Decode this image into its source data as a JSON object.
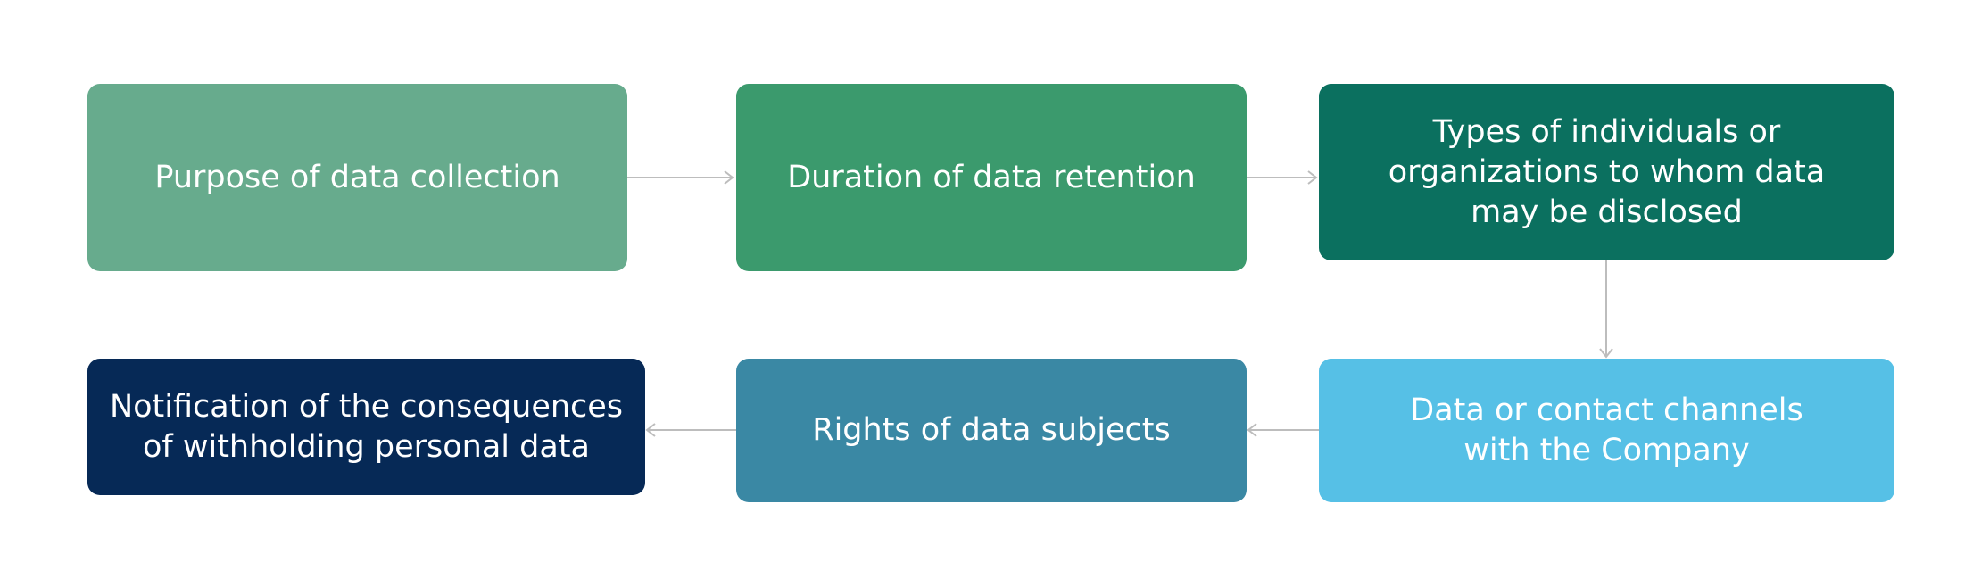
{
  "nodes": [
    {
      "id": "b1",
      "text": "Purpose of data collection",
      "color": "#67AB8D"
    },
    {
      "id": "b2",
      "text": "Duration of data retention",
      "color": "#3B9A6D"
    },
    {
      "id": "b3",
      "text": "Types of individuals or\norganizations to whom data\nmay be disclosed",
      "color": "#0B705F"
    },
    {
      "id": "b4",
      "text": "Data or contact channels\nwith the Company",
      "color": "#56C0E6"
    },
    {
      "id": "b5",
      "text": "Rights of data subjects",
      "color": "#3A88A4"
    },
    {
      "id": "b6",
      "text": "Notification of the consequences\nof withholding personal data",
      "color": "#062956"
    }
  ],
  "edges": [
    {
      "from": "b1",
      "to": "b2"
    },
    {
      "from": "b2",
      "to": "b3"
    },
    {
      "from": "b3",
      "to": "b4"
    },
    {
      "from": "b4",
      "to": "b5"
    },
    {
      "from": "b5",
      "to": "b6"
    }
  ],
  "connector_color": "#BDBDBD"
}
